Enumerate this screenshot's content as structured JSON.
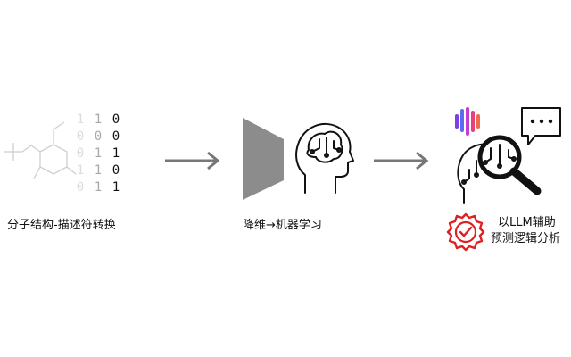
{
  "stage1": {
    "caption": "分子结构-描述符转换",
    "bits": [
      [
        "1",
        "1",
        "0"
      ],
      [
        "0",
        "0",
        "0"
      ],
      [
        "0",
        "1",
        "1"
      ],
      [
        "1",
        "1",
        "0"
      ],
      [
        "0",
        "1",
        "1"
      ]
    ]
  },
  "stage2": {
    "caption": "降维→机器学习"
  },
  "stage3": {
    "line1": "以LLM辅助",
    "line2": "预测逻辑分析"
  },
  "colors": {
    "arrow": "#777777",
    "funnel": "#8c8c8c",
    "badge": "#e02020",
    "chat": "#111111"
  },
  "icons": [
    "molecule-icon",
    "funnel-icon",
    "brain-head-icon",
    "magnifier-icon",
    "chat-bubble-icon",
    "llm-logo-icon",
    "check-badge-icon"
  ]
}
